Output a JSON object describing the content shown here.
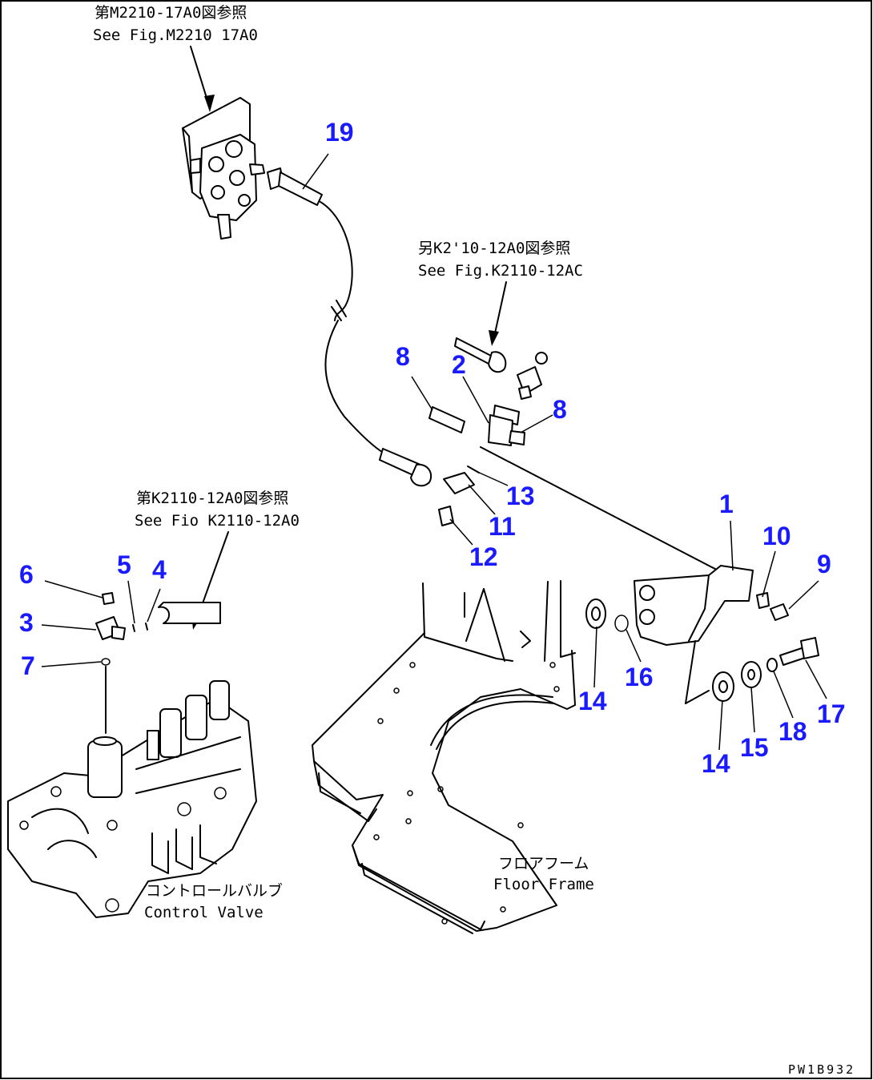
{
  "references": {
    "top_jp": "第M2210-17A0図参照",
    "top_en": "See Fig.M2210 17A0",
    "mid_jp": "另K2'10-12A0図参照",
    "mid_en": "See Fig.K2110-12AC",
    "left_jp": "第K2110-12A0図参照",
    "left_en": "See Fio K2110-12A0"
  },
  "labels": {
    "floor_jp": "フロアフーム",
    "floor_en": "Floor Frame",
    "valve_jp": "コントロールバルブ",
    "valve_en": "Control Valve"
  },
  "callouts": [
    "19",
    "8",
    "2",
    "8",
    "13",
    "11",
    "12",
    "1",
    "10",
    "9",
    "5",
    "4",
    "6",
    "3",
    "7",
    "14",
    "16",
    "14",
    "15",
    "18",
    "17"
  ],
  "drawing_id": "PW1B932",
  "colors": {
    "callout": "#1a1aff",
    "line": "#000000"
  }
}
